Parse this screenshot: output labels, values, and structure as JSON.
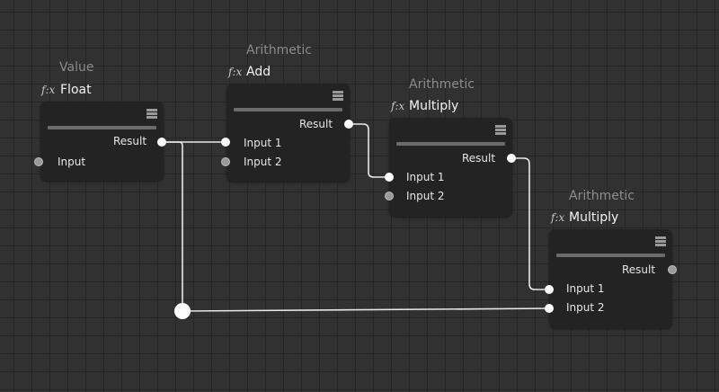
{
  "nodes": {
    "value": {
      "category": "Value",
      "fx": "f:x",
      "title": "Float",
      "outputs": [
        "Result"
      ],
      "inputs": [
        "Input"
      ]
    },
    "add": {
      "category": "Arithmetic",
      "fx": "f:x",
      "title": "Add",
      "outputs": [
        "Result"
      ],
      "inputs": [
        "Input 1",
        "Input 2"
      ]
    },
    "mult1": {
      "category": "Arithmetic",
      "fx": "f:x",
      "title": "Multiply",
      "outputs": [
        "Result"
      ],
      "inputs": [
        "Input 1",
        "Input 2"
      ]
    },
    "mult2": {
      "category": "Arithmetic",
      "fx": "f:x",
      "title": "Multiply",
      "outputs": [
        "Result"
      ],
      "inputs": [
        "Input 1",
        "Input 2"
      ]
    }
  },
  "icons": {
    "node_menu": "hamburger-menu-icon",
    "reroute": "reroute-dot"
  },
  "colors": {
    "background": "#313131",
    "grid": "#262626",
    "node_body": "#232323",
    "wire": "#e8e8e8",
    "port_connected": "#ffffff",
    "port_unconnected": "#9a9a9a",
    "category_text": "#8c8c8c"
  }
}
